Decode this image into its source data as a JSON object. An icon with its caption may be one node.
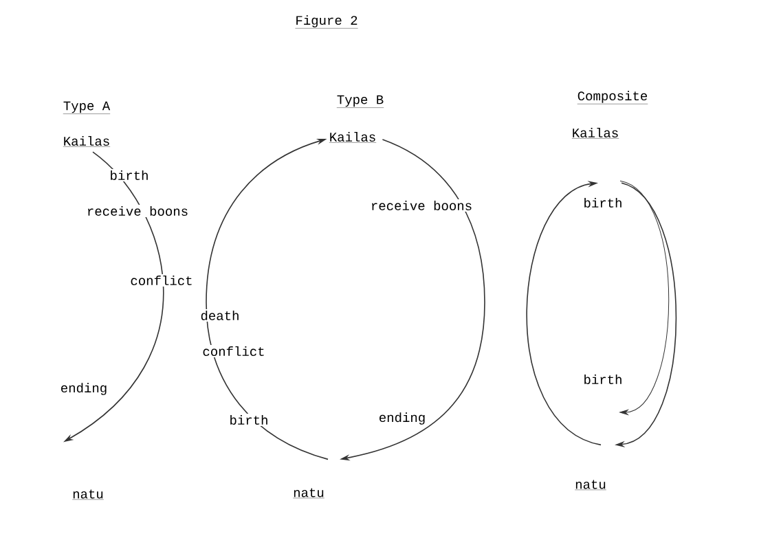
{
  "diagram": {
    "title": "Figure 2",
    "nodes": [
      {
        "text": [
          "Kailas"
        ]
      },
      {
        "text": [
          "natu"
        ]
      },
      {
        "text": [
          "Kailas"
        ]
      },
      {
        "text": [
          "natu"
        ]
      },
      {
        "text": [
          "Kailas"
        ]
      },
      {
        "text": [
          "natu"
        ]
      }
    ],
    "edges": [
      {
        "from": 0,
        "to": 1,
        "arrow": "to"
      },
      {
        "from": 3,
        "to": 2,
        "arrow": "to"
      },
      {
        "from": 2,
        "to": 3,
        "arrow": "to"
      },
      {
        "from": 5,
        "to": 4,
        "arrow": "to"
      },
      {
        "from": 4,
        "to": 5,
        "arrow": "to"
      },
      {
        "from": 4,
        "to": null,
        "arrow": "to"
      }
    ],
    "labels": [
      "Type A",
      "Type B",
      "Composite",
      "birth",
      "receive boons",
      "conflict",
      "ending",
      "receive boons",
      "death",
      "conflict",
      "birth",
      "ending",
      "birth",
      "birth"
    ]
  }
}
